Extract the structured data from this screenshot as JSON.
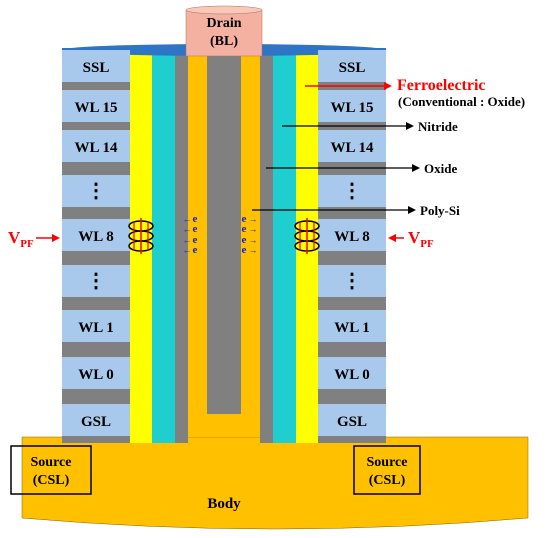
{
  "drain": {
    "line1": "Drain",
    "line2": "(BL)"
  },
  "layers_left": [
    "SSL",
    "WL 15",
    "WL 14",
    "⋮",
    "WL 8",
    "⋮",
    "WL 1",
    "WL 0",
    "GSL"
  ],
  "layers_right": [
    "SSL",
    "WL 15",
    "WL 14",
    "⋮",
    "WL 8",
    "⋮",
    "WL 1",
    "WL 0",
    "GSL"
  ],
  "labels": {
    "ferroelectric": "Ferroelectric",
    "conventional": "(Conventional : Oxide)",
    "nitride": "Nitride",
    "oxide": "Oxide",
    "polysi": "Poly-Si"
  },
  "vpf": {
    "main": "V",
    "sub": "PF"
  },
  "electron": "e",
  "source": {
    "line1": "Source",
    "line2": "(CSL)"
  },
  "body_label": "Body",
  "colors": {
    "ferroelectric": "#ffff00",
    "nitride": "#1fcfcf",
    "oxide_gray": "#808080",
    "polysi": "#ffc000",
    "wordline": "#a9c9ec",
    "drain": "#f4b0a0",
    "cap": "#2f75c6",
    "arrow_red": "#ff0000",
    "electron": "#2020c0"
  }
}
